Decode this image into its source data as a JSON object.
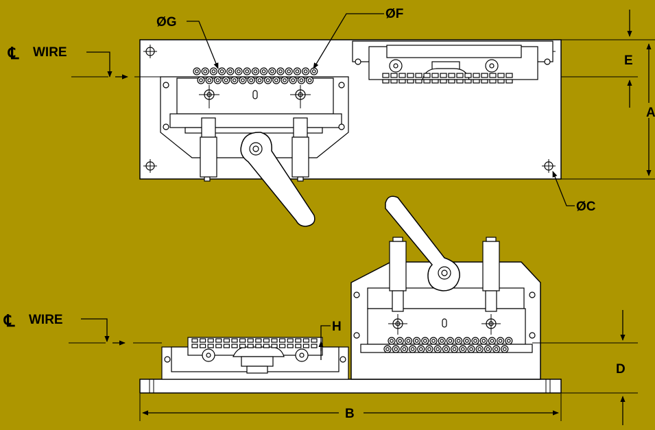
{
  "labels": {
    "A": "A",
    "B": "B",
    "C": "ØC",
    "D": "D",
    "E": "E",
    "F": "ØF",
    "G": "ØG",
    "H": "H",
    "cl_symbol": "℄",
    "wire": "WIRE"
  },
  "colors": {
    "background": "#ad9600",
    "part_fill": "#ffffff",
    "line": "#000000"
  }
}
